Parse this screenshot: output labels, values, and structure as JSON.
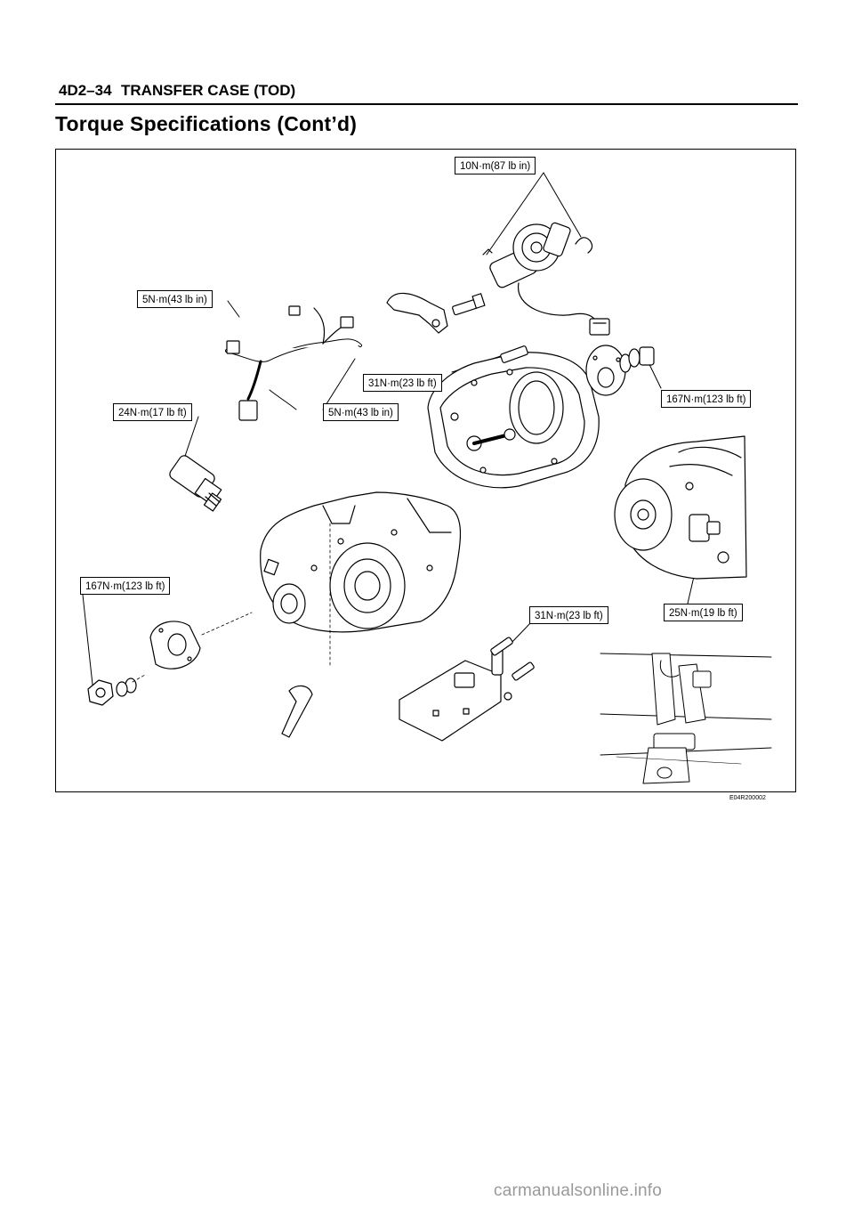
{
  "header": {
    "section_code": "4D2–34",
    "section_title": "TRANSFER CASE (TOD)"
  },
  "page_title": "Torque Specifications (Cont’d)",
  "figure": {
    "figure_id": "E04R200002",
    "callouts": [
      {
        "key": "motor_bolts",
        "text": "10N·m(87 lb in)"
      },
      {
        "key": "harness_bolt_upper",
        "text": "5N·m(43 lb in)"
      },
      {
        "key": "case_bolt",
        "text": "31N·m(23 lb ft)"
      },
      {
        "key": "rear_flange_nut",
        "text": "167N·m(123 lb ft)"
      },
      {
        "key": "sensor_switch",
        "text": "24N·m(17 lb ft)"
      },
      {
        "key": "harness_bolt_lower",
        "text": "5N·m(43 lb in)"
      },
      {
        "key": "front_flange_nut",
        "text": "167N·m(123 lb ft)"
      },
      {
        "key": "bracket_bolts",
        "text": "31N·m(23 lb ft)"
      },
      {
        "key": "speed_sensor",
        "text": "25N·m(19 lb ft)"
      }
    ]
  },
  "watermark": "carmanualsonline.info"
}
